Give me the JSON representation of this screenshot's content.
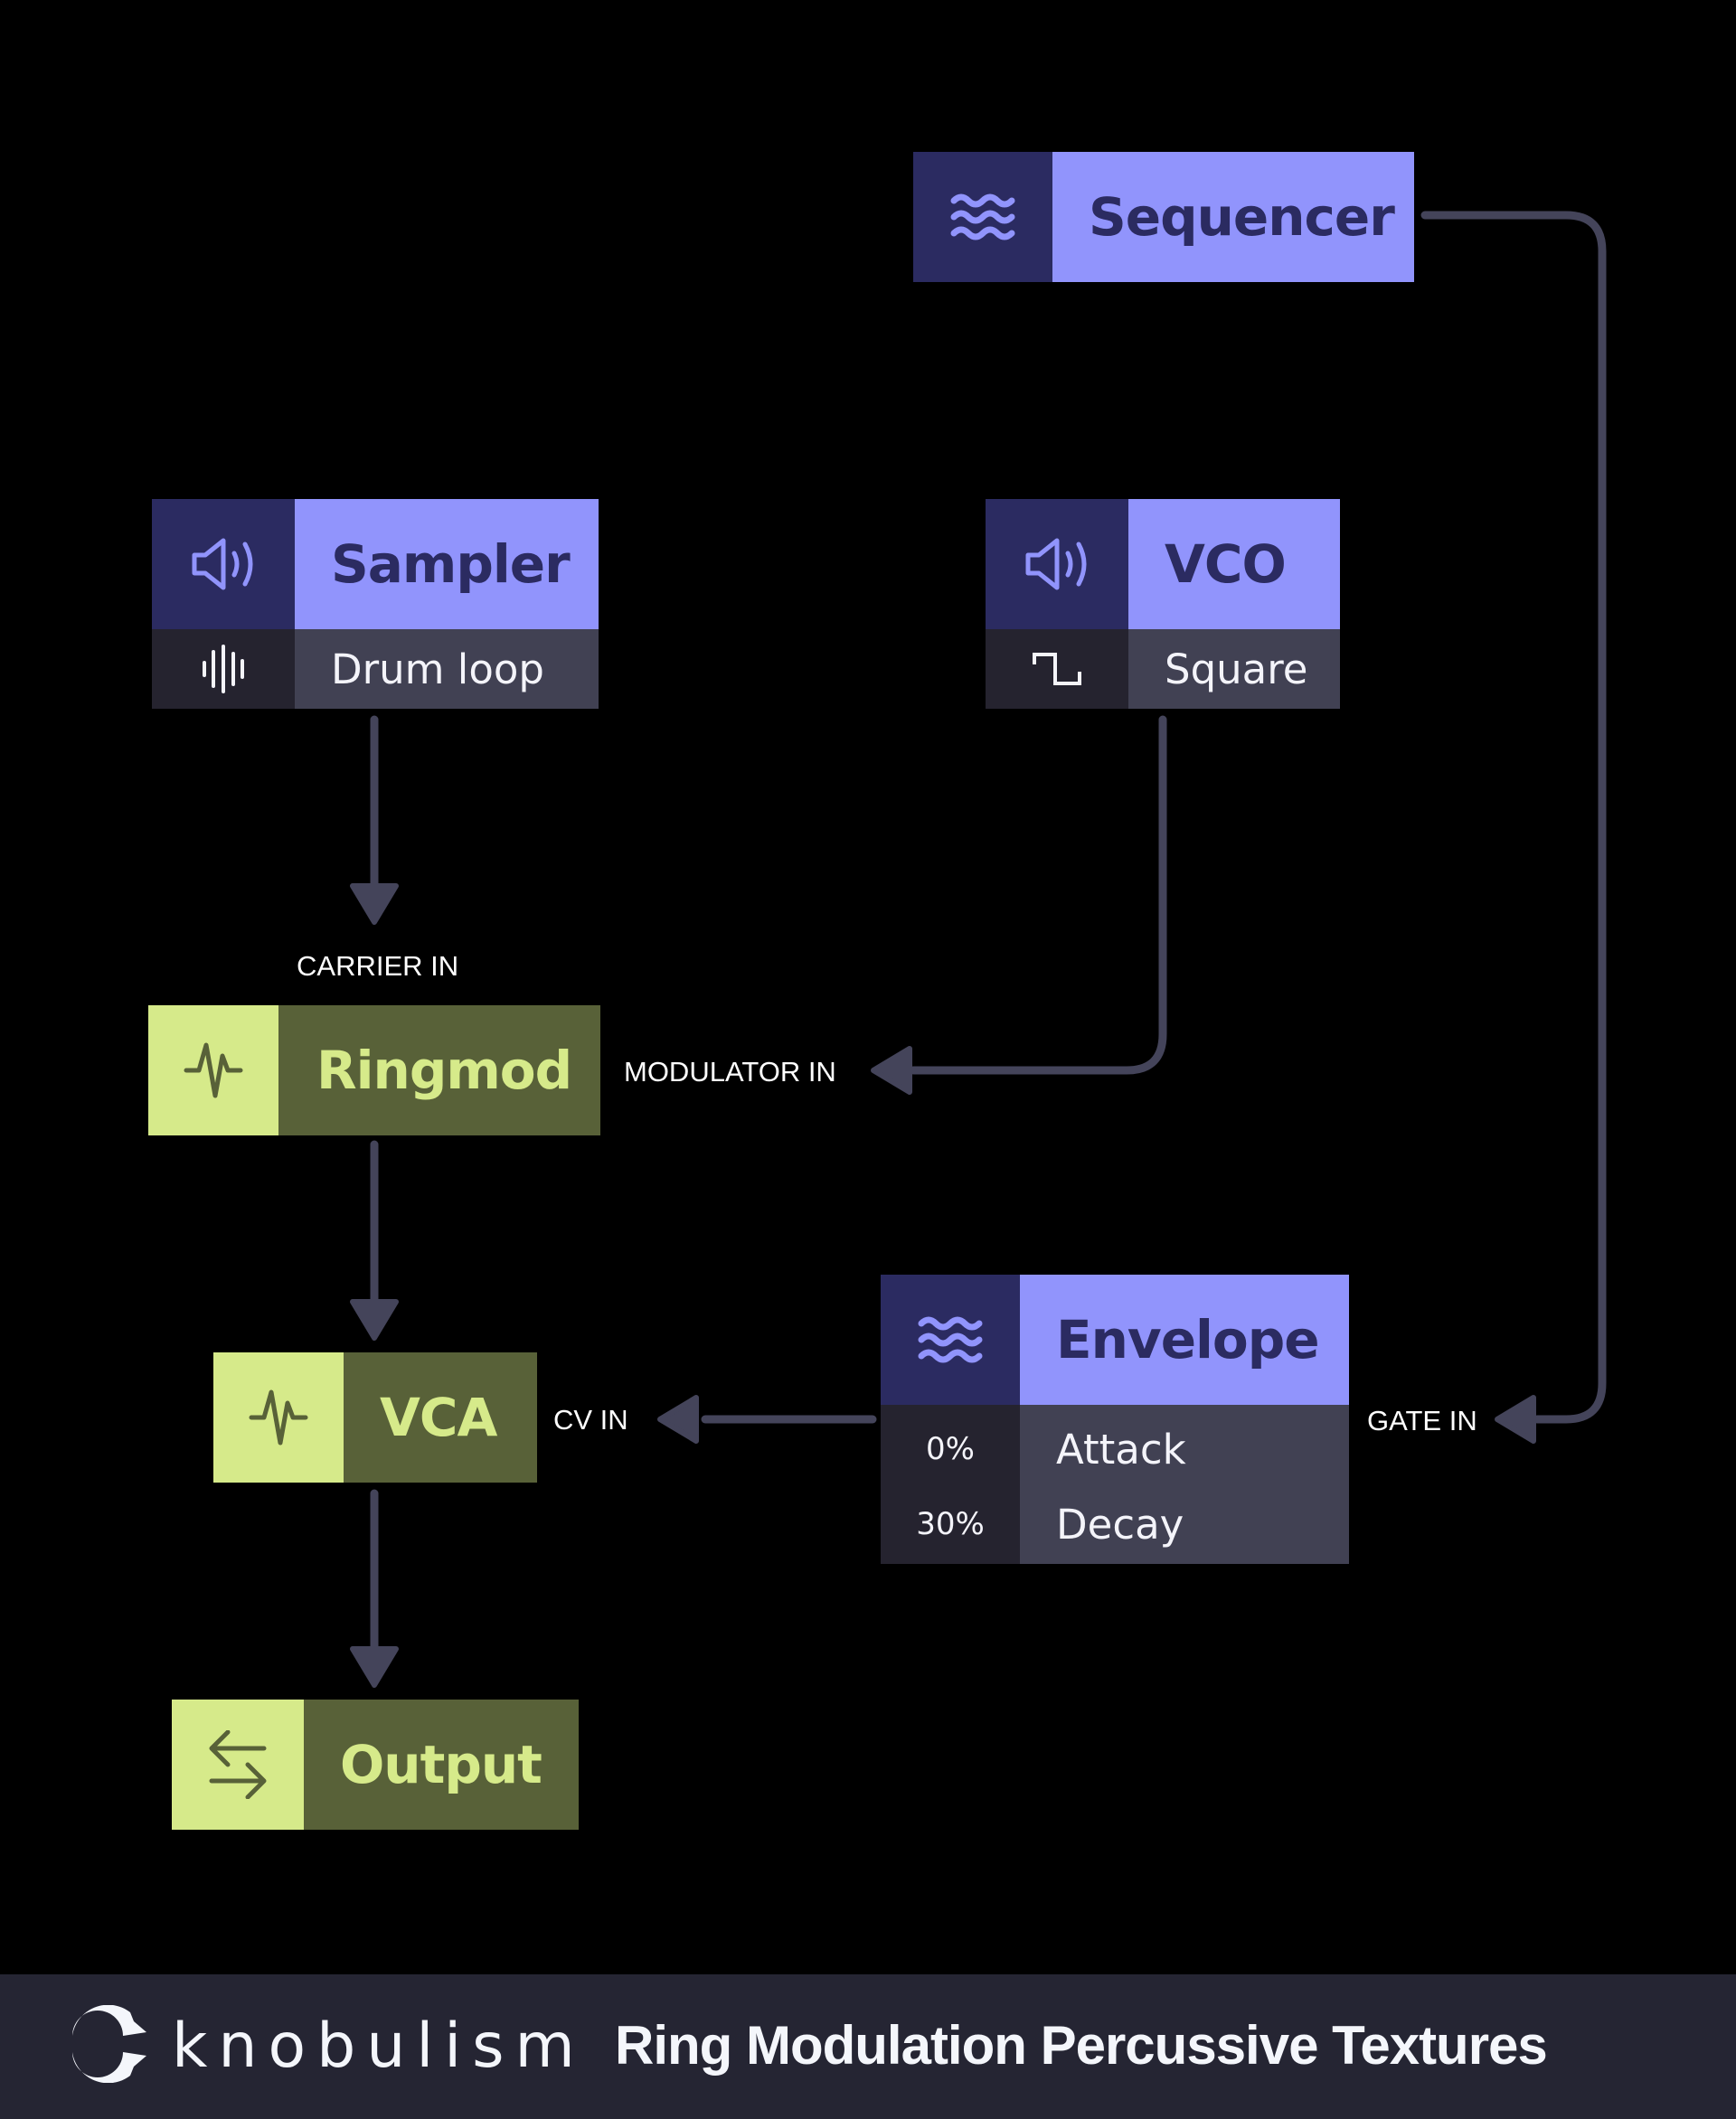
{
  "colors": {
    "background": "#000000",
    "wire": "#44445a",
    "source_title_bg": "#9194fc",
    "source_icon_bg": "#2b2b61",
    "processor_title_bg": "#586138",
    "processor_icon_bg": "#d6ea8a",
    "param_icon_bg": "#25232f",
    "param_label_bg": "#414153",
    "footer_bg": "#252533"
  },
  "nodes": {
    "sequencer": {
      "title": "Sequencer",
      "icon": "waves-icon"
    },
    "sampler": {
      "title": "Sampler",
      "icon": "speaker-icon",
      "params": [
        {
          "icon": "waveform-icon",
          "label": "Drum loop"
        }
      ]
    },
    "vco": {
      "title": "VCO",
      "icon": "speaker-icon",
      "params": [
        {
          "icon": "square-wave-icon",
          "label": "Square"
        }
      ]
    },
    "ringmod": {
      "title": "Ringmod",
      "icon": "pulse-icon"
    },
    "vca": {
      "title": "VCA",
      "icon": "pulse-icon"
    },
    "envelope": {
      "title": "Envelope",
      "icon": "waves-icon",
      "params": [
        {
          "value": "0%",
          "label": "Attack"
        },
        {
          "value": "30%",
          "label": "Decay"
        }
      ]
    },
    "output": {
      "title": "Output",
      "icon": "swap-arrows-icon"
    }
  },
  "ports": {
    "carrier_in": "CARRIER IN",
    "modulator_in": "MODULATOR  IN",
    "cv_in": "CV  IN",
    "gate_in": "GATE IN"
  },
  "connections": [
    {
      "from": "Sampler",
      "to": "Ringmod",
      "port": "CARRIER IN"
    },
    {
      "from": "VCO",
      "to": "Ringmod",
      "port": "MODULATOR IN"
    },
    {
      "from": "Ringmod",
      "to": "VCA",
      "port": ""
    },
    {
      "from": "Envelope",
      "to": "VCA",
      "port": "CV IN"
    },
    {
      "from": "Sequencer",
      "to": "Envelope",
      "port": "GATE IN"
    },
    {
      "from": "VCA",
      "to": "Output",
      "port": ""
    }
  ],
  "footer": {
    "brand": "knobulism",
    "title": "Ring Modulation Percussive Textures"
  }
}
